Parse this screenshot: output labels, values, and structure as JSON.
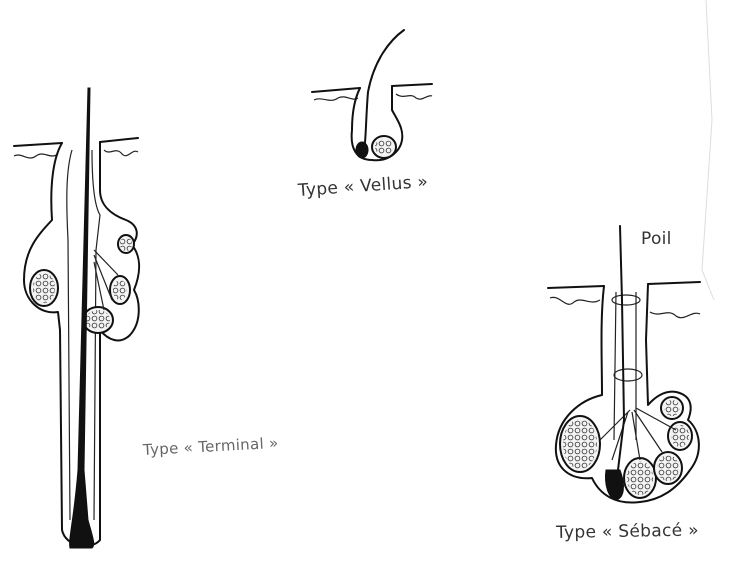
{
  "labels": {
    "vellus": "Type « Vellus »",
    "terminal": "Type « Terminal »",
    "poil": "Poil",
    "sebace": "Type « Sébacé »"
  },
  "colors": {
    "ink": "#111111",
    "background": "#ffffff"
  }
}
